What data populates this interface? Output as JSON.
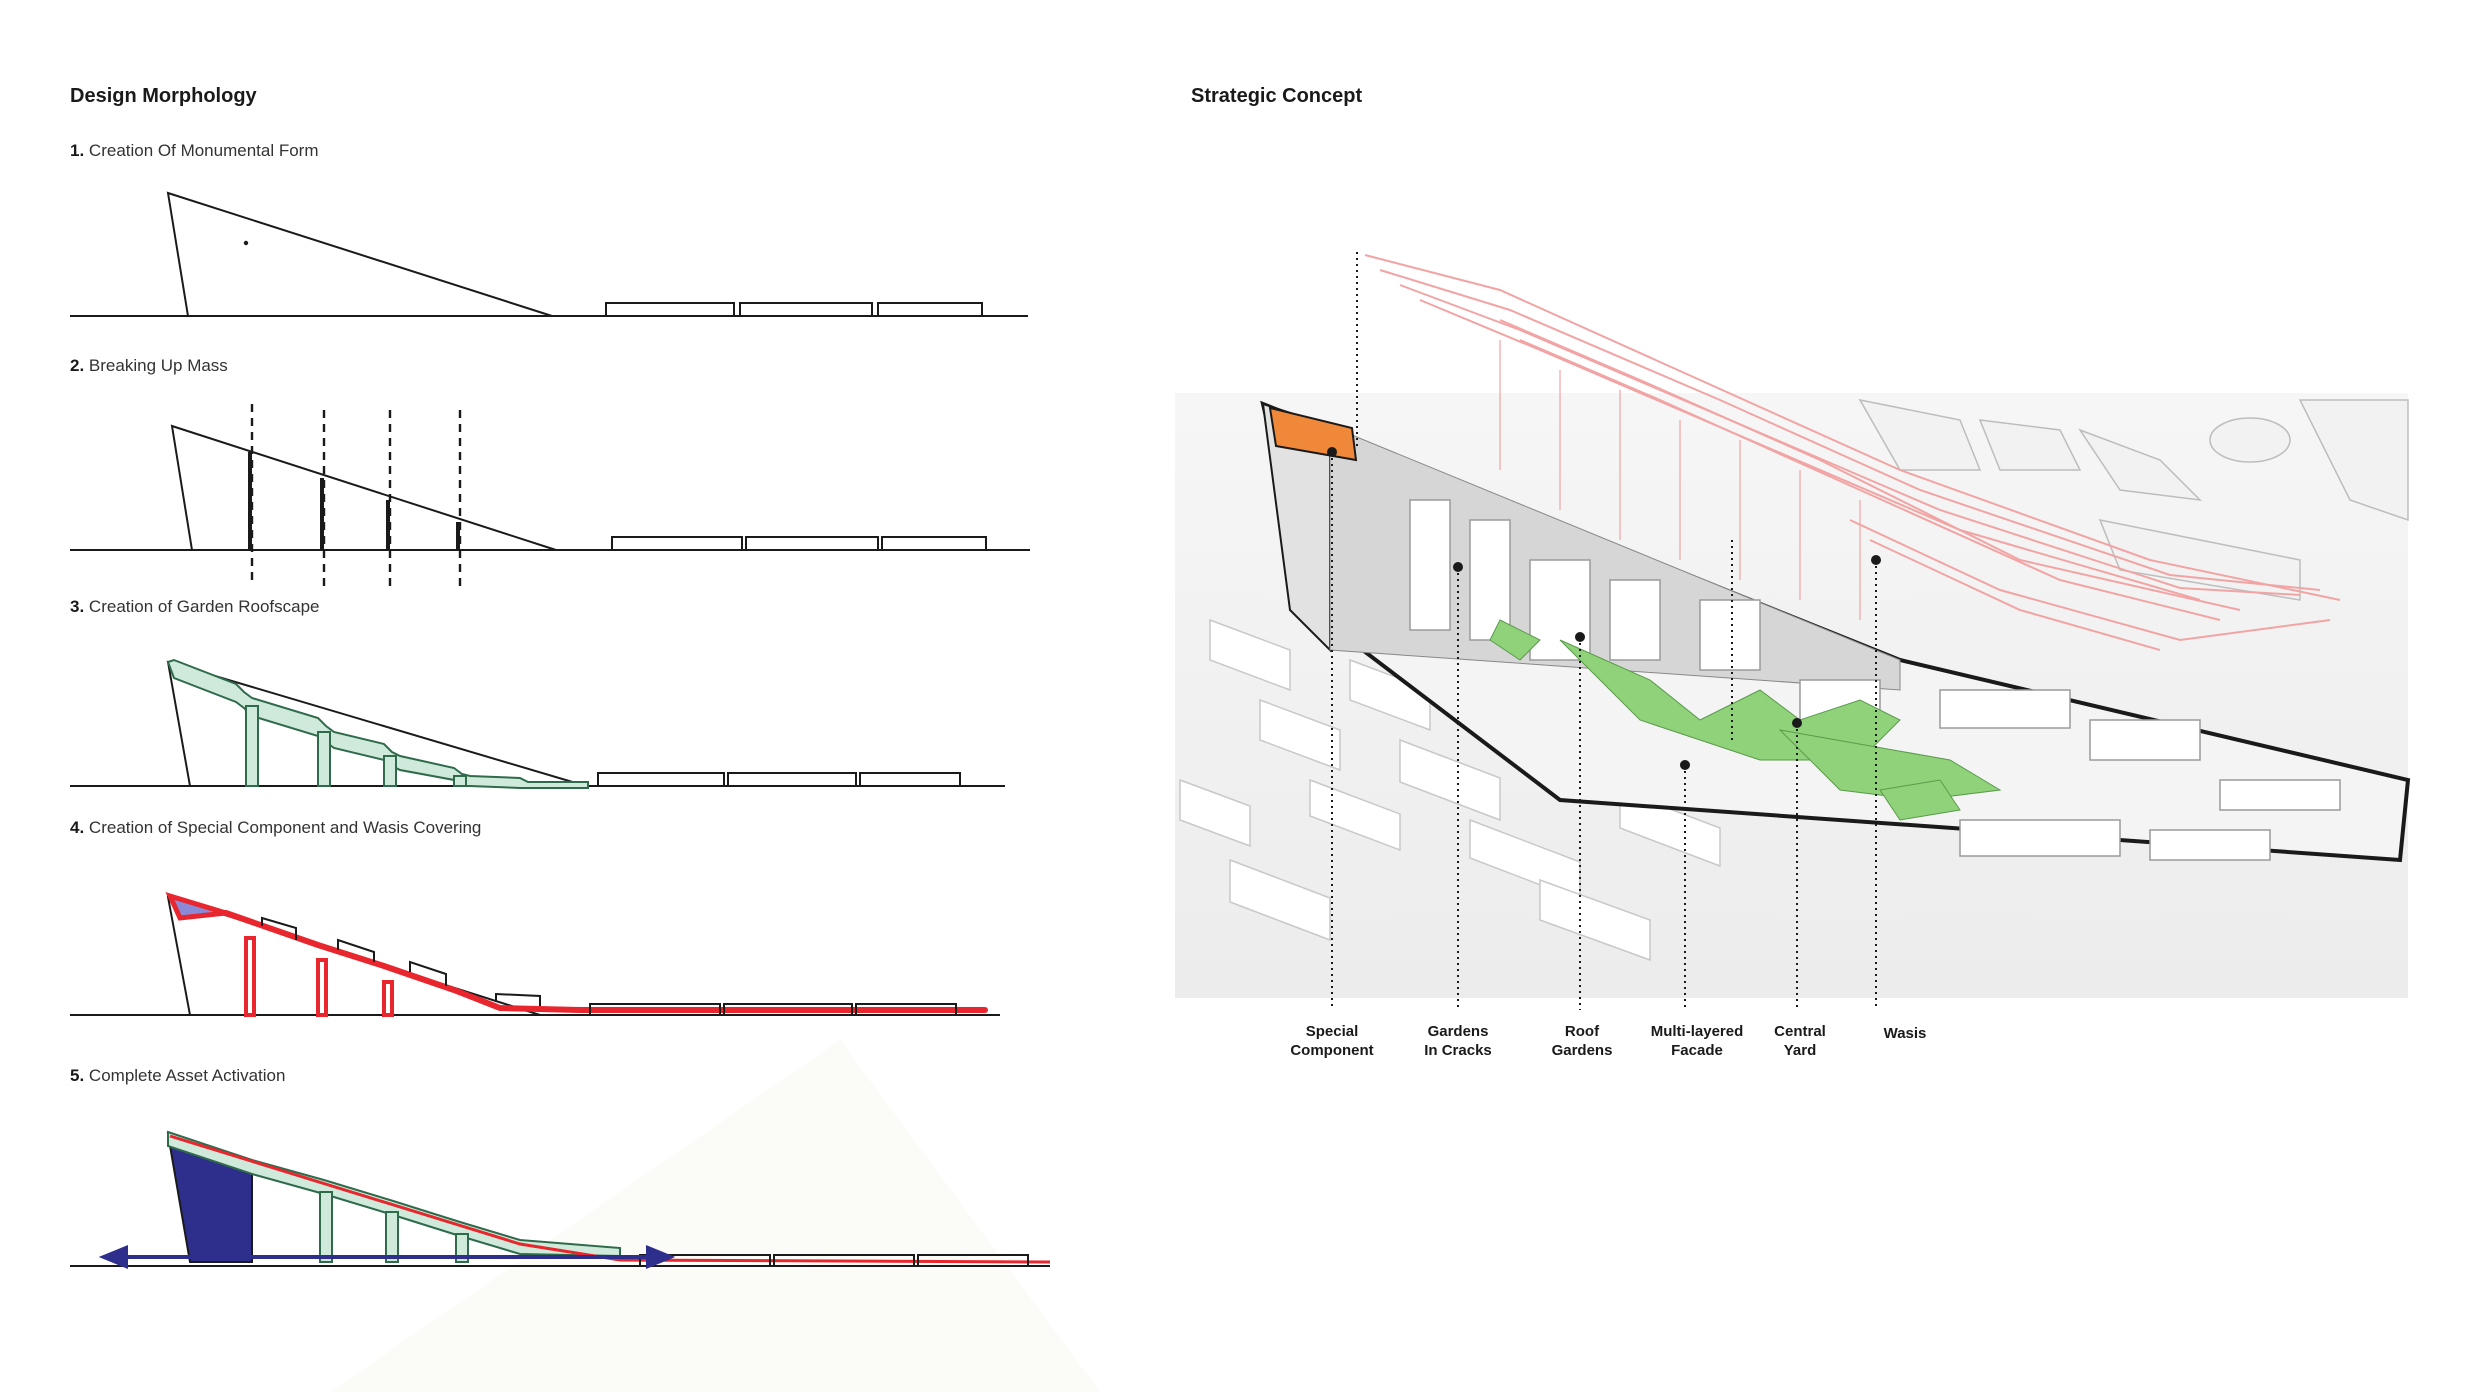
{
  "left_panel": {
    "heading": "Design Morphology",
    "steps": [
      {
        "number": "1.",
        "label": "Creation Of Monumental Form"
      },
      {
        "number": "2.",
        "label": "Breaking Up Mass"
      },
      {
        "number": "3.",
        "label": "Creation of Garden Roofscape"
      },
      {
        "number": "4.",
        "label": "Creation of Special Component and Wasis Covering"
      },
      {
        "number": "5.",
        "label": "Complete Asset Activation"
      }
    ]
  },
  "right_panel": {
    "heading": "Strategic Concept",
    "callouts": [
      {
        "line1": "Special",
        "line2": "Component"
      },
      {
        "line1": "Gardens",
        "line2": "In Cracks"
      },
      {
        "line1": "Roof",
        "line2": "Gardens"
      },
      {
        "line1": "Multi-layered",
        "line2": "Facade"
      },
      {
        "line1": "Central",
        "line2": "Yard"
      },
      {
        "line1": "Wasis",
        "line2": ""
      }
    ]
  },
  "colors": {
    "line": "#1a1a1a",
    "garden_fill": "#cfe9da",
    "garden_stroke": "#2f6b4b",
    "special_red": "#e8262e",
    "activation_blue": "#2e2e8c",
    "roof_green": "#8fd27a",
    "wasis_pink": "#f2a4a4",
    "special_orange": "#f0883a"
  }
}
